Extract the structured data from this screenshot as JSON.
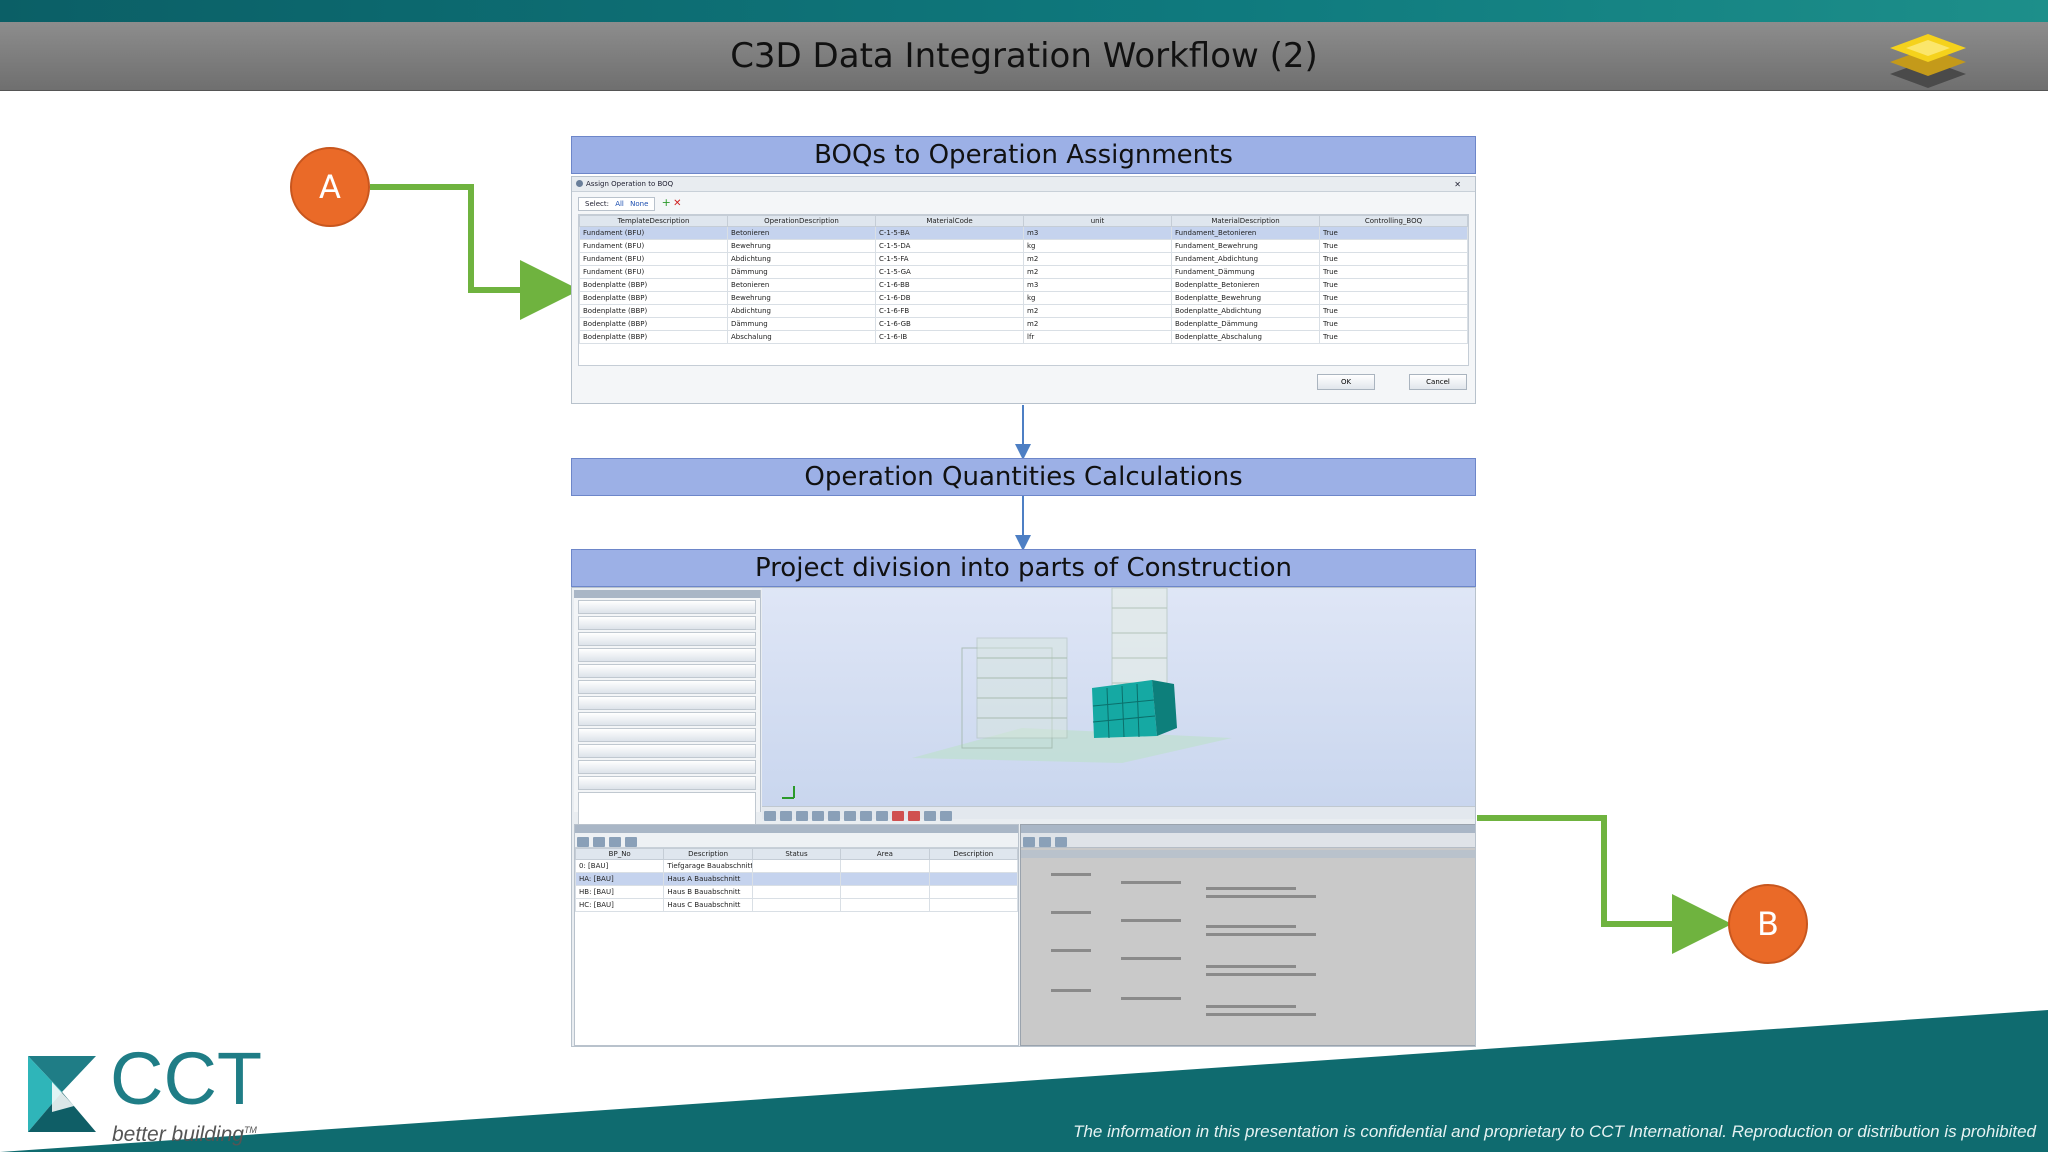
{
  "title": "C3D Data Integration Workflow (2)",
  "stages": [
    "BOQs to Operation Assignments",
    "Operation Quantities Calculations",
    "Project division into parts of Construction"
  ],
  "connectors": {
    "start": "A",
    "end": "B"
  },
  "dialog": {
    "title": "Assign Operation to BOQ",
    "select_label": "Select:",
    "select_all": "All",
    "select_none": "None",
    "columns": [
      "TemplateDescription",
      "OperationDescription",
      "MaterialCode",
      "unit",
      "MaterialDescription",
      "Controlling_BOQ"
    ],
    "rows": [
      [
        "Fundament (BFU)",
        "Betonieren",
        "C-1-5-BA",
        "m3",
        "Fundament_Betonieren",
        "True"
      ],
      [
        "Fundament (BFU)",
        "Bewehrung",
        "C-1-5-DA",
        "kg",
        "Fundament_Bewehrung",
        "True"
      ],
      [
        "Fundament (BFU)",
        "Abdichtung",
        "C-1-5-FA",
        "m2",
        "Fundament_Abdichtung",
        "True"
      ],
      [
        "Fundament (BFU)",
        "Dämmung",
        "C-1-5-GA",
        "m2",
        "Fundament_Dämmung",
        "True"
      ],
      [
        "Bodenplatte (BBP)",
        "Betonieren",
        "C-1-6-BB",
        "m3",
        "Bodenplatte_Betonieren",
        "True"
      ],
      [
        "Bodenplatte (BBP)",
        "Bewehrung",
        "C-1-6-DB",
        "kg",
        "Bodenplatte_Bewehrung",
        "True"
      ],
      [
        "Bodenplatte (BBP)",
        "Abdichtung",
        "C-1-6-FB",
        "m2",
        "Bodenplatte_Abdichtung",
        "True"
      ],
      [
        "Bodenplatte (BBP)",
        "Dämmung",
        "C-1-6-GB",
        "m2",
        "Bodenplatte_Dämmung",
        "True"
      ],
      [
        "Bodenplatte (BBP)",
        "Abschalung",
        "C-1-6-IB",
        "lfr",
        "Bodenplatte_Abschalung",
        "True"
      ]
    ],
    "ok_label": "OK",
    "cancel_label": "Cancel"
  },
  "division": {
    "bp_columns": [
      "BP_No",
      "Description",
      "Status",
      "Area",
      "Description"
    ],
    "bp_rows": [
      [
        "0: [BAU]",
        "Tiefgarage Bauabschnitt",
        "",
        "",
        ""
      ],
      [
        "HA: [BAU]",
        "Haus A Bauabschnitt",
        "",
        "",
        ""
      ],
      [
        "HB: [BAU]",
        "Haus B Bauabschnitt",
        "",
        "",
        ""
      ],
      [
        "HC: [BAU]",
        "Haus C Bauabschnitt",
        "",
        "",
        ""
      ]
    ]
  },
  "logo": {
    "name": "CCT",
    "tagline": "better building",
    "tm": "TM"
  },
  "footer": "The information in this presentation is confidential and proprietary to CCT International. Reproduction or distribution is prohibited",
  "colors": {
    "stage_bar": "#9cb0e6",
    "arrow_green": "#6fb33f",
    "circle_orange": "#ea6a28",
    "teal": "#0f6b6f"
  }
}
